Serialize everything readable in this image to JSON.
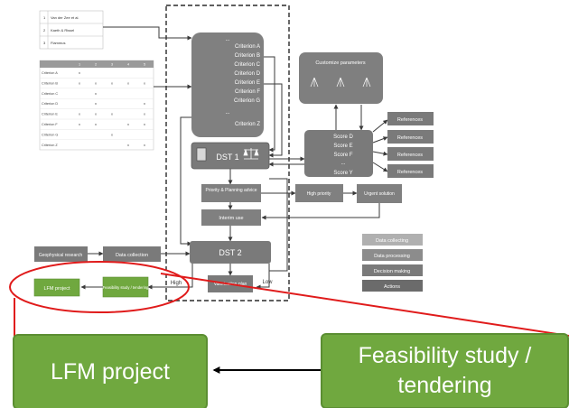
{
  "colors": {
    "grey_box": "#7f7f7f",
    "grey_dark": "#6b6b6b",
    "grey_light": "#a6a6a6",
    "green": "#70a83f",
    "green_border": "#5b8e32",
    "red": "#e01b1b",
    "line": "#3a3a3a"
  },
  "legend_table": {
    "rows": [
      {
        "num": "1",
        "text": "Van der Zee et al."
      },
      {
        "num": "2",
        "text": "Kaeth & Rissel"
      },
      {
        "num": "3",
        "text": "Flammus"
      }
    ]
  },
  "criteria_table": {
    "header": [
      "",
      "1",
      "2",
      "3",
      "4",
      "5"
    ],
    "rows": [
      {
        "name": "Criterion A",
        "marks": [
          "x",
          "",
          "",
          "",
          ""
        ]
      },
      {
        "name": "Criterion B",
        "marks": [
          "x",
          "x",
          "x",
          "x",
          "x"
        ]
      },
      {
        "name": "Criterion C",
        "marks": [
          "",
          "x",
          "",
          "",
          ""
        ]
      },
      {
        "name": "Criterion D",
        "marks": [
          "",
          "x",
          "",
          "",
          "x"
        ]
      },
      {
        "name": "Criterion E",
        "marks": [
          "x",
          "x",
          "x",
          "",
          "x"
        ]
      },
      {
        "name": "Criterion F",
        "marks": [
          "x",
          "x",
          "",
          "x",
          "x"
        ]
      },
      {
        "name": "Criterion G",
        "marks": [
          "",
          "",
          "x",
          "",
          ""
        ]
      },
      {
        "name": "Criterion Z",
        "marks": [
          "",
          "",
          "",
          "x",
          "x"
        ]
      }
    ]
  },
  "criteria_box": {
    "title": "...",
    "items": [
      "Criterion A",
      "Criterion B",
      "Criterion C",
      "Criterion D",
      "Criterion E",
      "Criterion F",
      "Criterion G",
      "...",
      "Criterion Z"
    ]
  },
  "dst1": "DST 1",
  "dst2": "DST 2",
  "customize": {
    "title": "Customize parameters"
  },
  "scores": [
    "Score D",
    "Score E",
    "Score F",
    "...",
    "Score Y"
  ],
  "references": [
    "References",
    "References",
    "References",
    "References"
  ],
  "priority": "Priority & Planning advice",
  "high_priority": "High priority",
  "urgent": "Urgent solution",
  "interim": "Interim use",
  "geophysical": "Geophysical research",
  "data_collection": "Data collection",
  "valorisation": "Valorisation plan",
  "high_label": "High",
  "low_label": "Low",
  "lfm_small": "LFM project",
  "feasibility_small": "Feasibility study / tendering",
  "legend_keys": [
    "Data collecting",
    "Data processing",
    "Decision making",
    "Actions"
  ],
  "zoom": {
    "lfm": "LFM project",
    "feasibility_line1": "Feasibility study /",
    "feasibility_line2": "tendering"
  }
}
